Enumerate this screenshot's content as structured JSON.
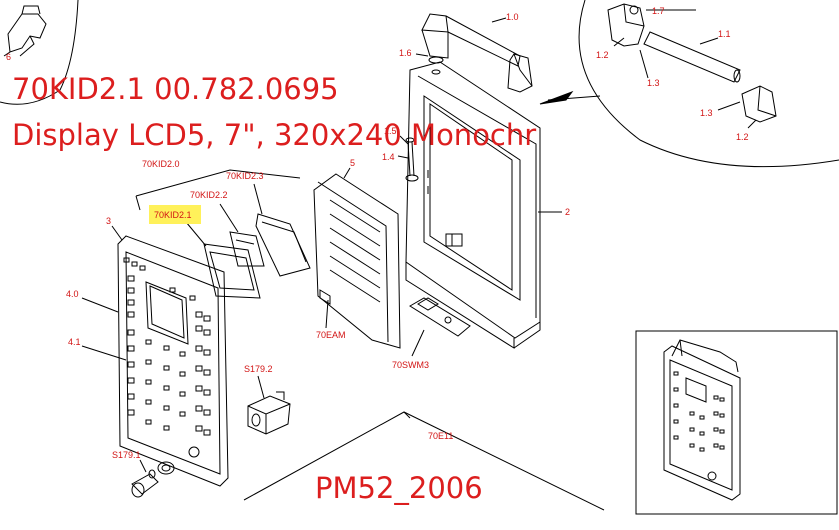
{
  "overlay": {
    "title_line1": "70KID2.1  00.782.0695",
    "title_line2": "Display LCD5, 7\", 320x240 Monochr",
    "footer": "PM52_2006"
  },
  "labels": {
    "l6": "6",
    "l1_0": "1.0",
    "l1_6": "1.6",
    "l1_7": "1.7",
    "l1_1": "1.1",
    "l1_2a": "1.2",
    "l1_3a": "1.3",
    "l1_3b": "1.3",
    "l1_2b": "1.2",
    "l1_5": "1.5",
    "l1_4": "1.4",
    "l5": "5",
    "l2": "2",
    "l70KID2_0": "70KID2.0",
    "l70KID2_3": "70KID2.3",
    "l70KID2_2": "70KID2.2",
    "l70KID2_1": "70KID2.1",
    "l3": "3",
    "l4_0": "4.0",
    "l4_1": "4.1",
    "l70EAM": "70EAM",
    "l70SWM3": "70SWM3",
    "lS179_2": "S179.2",
    "lS179_1": "S179.1",
    "l70E11": "70E11"
  },
  "colors": {
    "label_red": "#d21414",
    "overlay_red": "#dc1e1e",
    "highlight": "#fff15a",
    "line": "#000000"
  }
}
